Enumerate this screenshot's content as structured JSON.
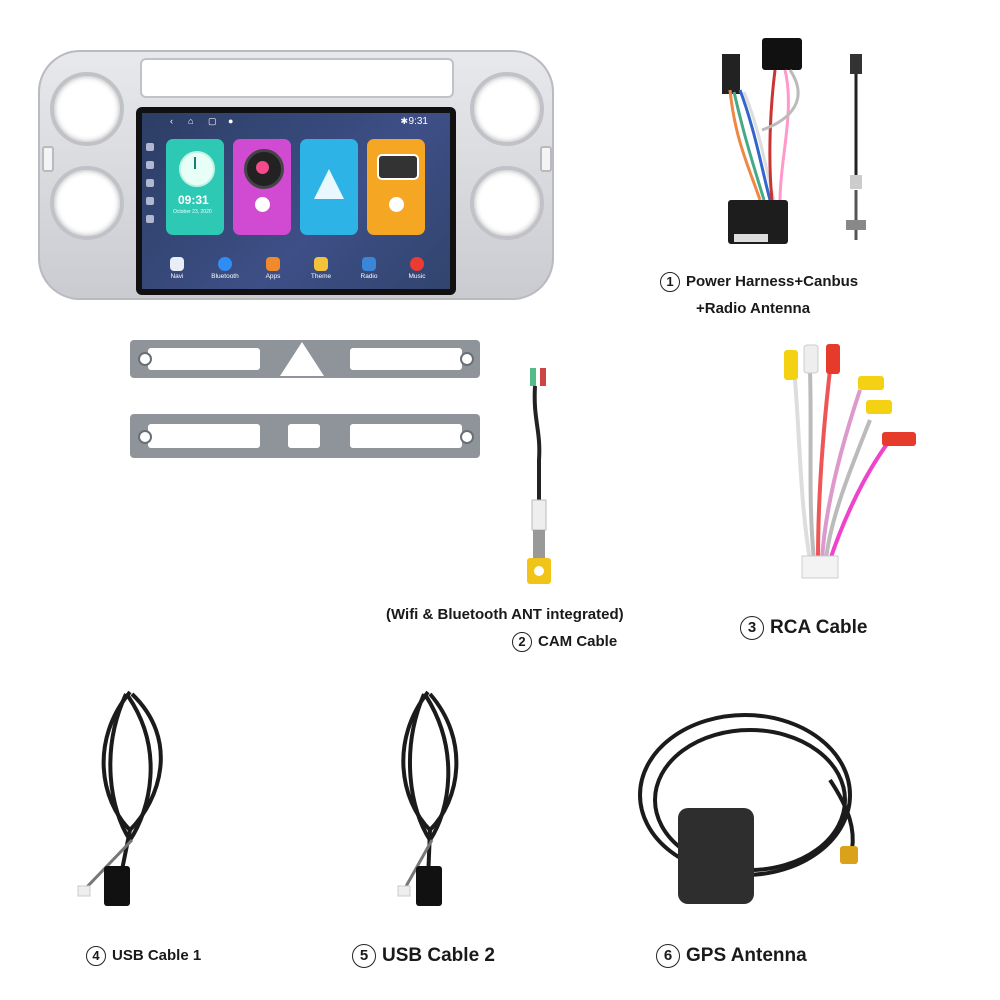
{
  "screen": {
    "time_status": "9:31",
    "clock_time": "09:31",
    "clock_date": "October 23, 2020",
    "dock": [
      {
        "label": "Navi",
        "color": "#e9edf7"
      },
      {
        "label": "Bluetooth",
        "color": "#2f8ef5"
      },
      {
        "label": "Apps",
        "color": "#f08a2c"
      },
      {
        "label": "Theme",
        "color": "#f2c33a"
      },
      {
        "label": "Radio",
        "color": "#3a86d8"
      },
      {
        "label": "Music",
        "color": "#ec3b33"
      }
    ],
    "cards": [
      {
        "name": "clock",
        "color": "#2ec9b5"
      },
      {
        "name": "music",
        "color": "#d04ad2"
      },
      {
        "name": "navigation",
        "color": "#2db3e6"
      },
      {
        "name": "radio",
        "color": "#f5a623"
      }
    ]
  },
  "items": {
    "harness_num": "1",
    "harness_line1": "Power Harness+Canbus",
    "harness_line2": "+Radio Antenna",
    "cam_note": "(Wifi & Bluetooth ANT integrated)",
    "cam_num": "2",
    "cam_label": "CAM Cable",
    "rca_num": "3",
    "rca_label": "RCA Cable",
    "usb1_num": "4",
    "usb1_label": "USB Cable 1",
    "usb2_num": "5",
    "usb2_label": "USB Cable 2",
    "gps_num": "6",
    "gps_label": "GPS Antenna"
  }
}
